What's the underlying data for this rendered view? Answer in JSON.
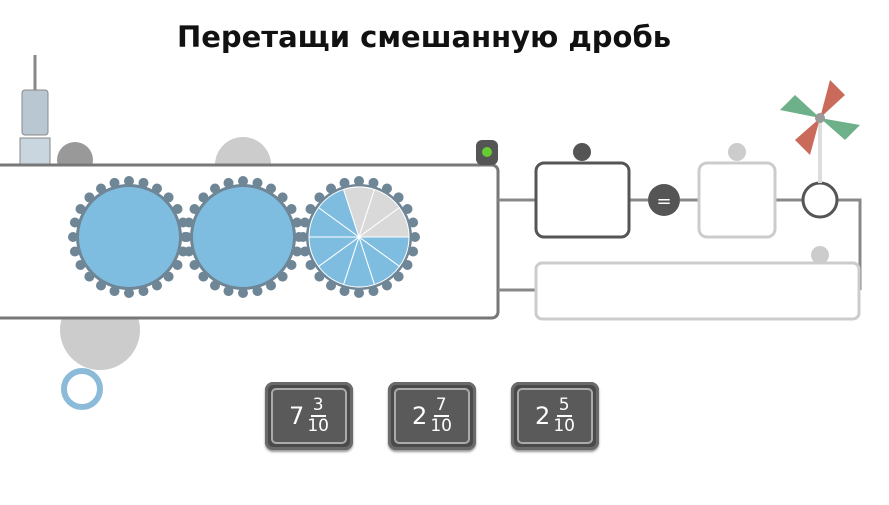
{
  "title": "Перетащи смешанную дробь",
  "equals_sign": "=",
  "model": {
    "wholes": 2,
    "numerator": 7,
    "denominator": 10
  },
  "options": [
    {
      "whole": "7",
      "numerator": "3",
      "denominator": "10"
    },
    {
      "whole": "2",
      "numerator": "7",
      "denominator": "10"
    },
    {
      "whole": "2",
      "numerator": "5",
      "denominator": "10"
    }
  ],
  "colors": {
    "fill": "#7fbde0",
    "empty": "#d9d9d9",
    "gear": "#6f8696",
    "panel": "#666666"
  }
}
